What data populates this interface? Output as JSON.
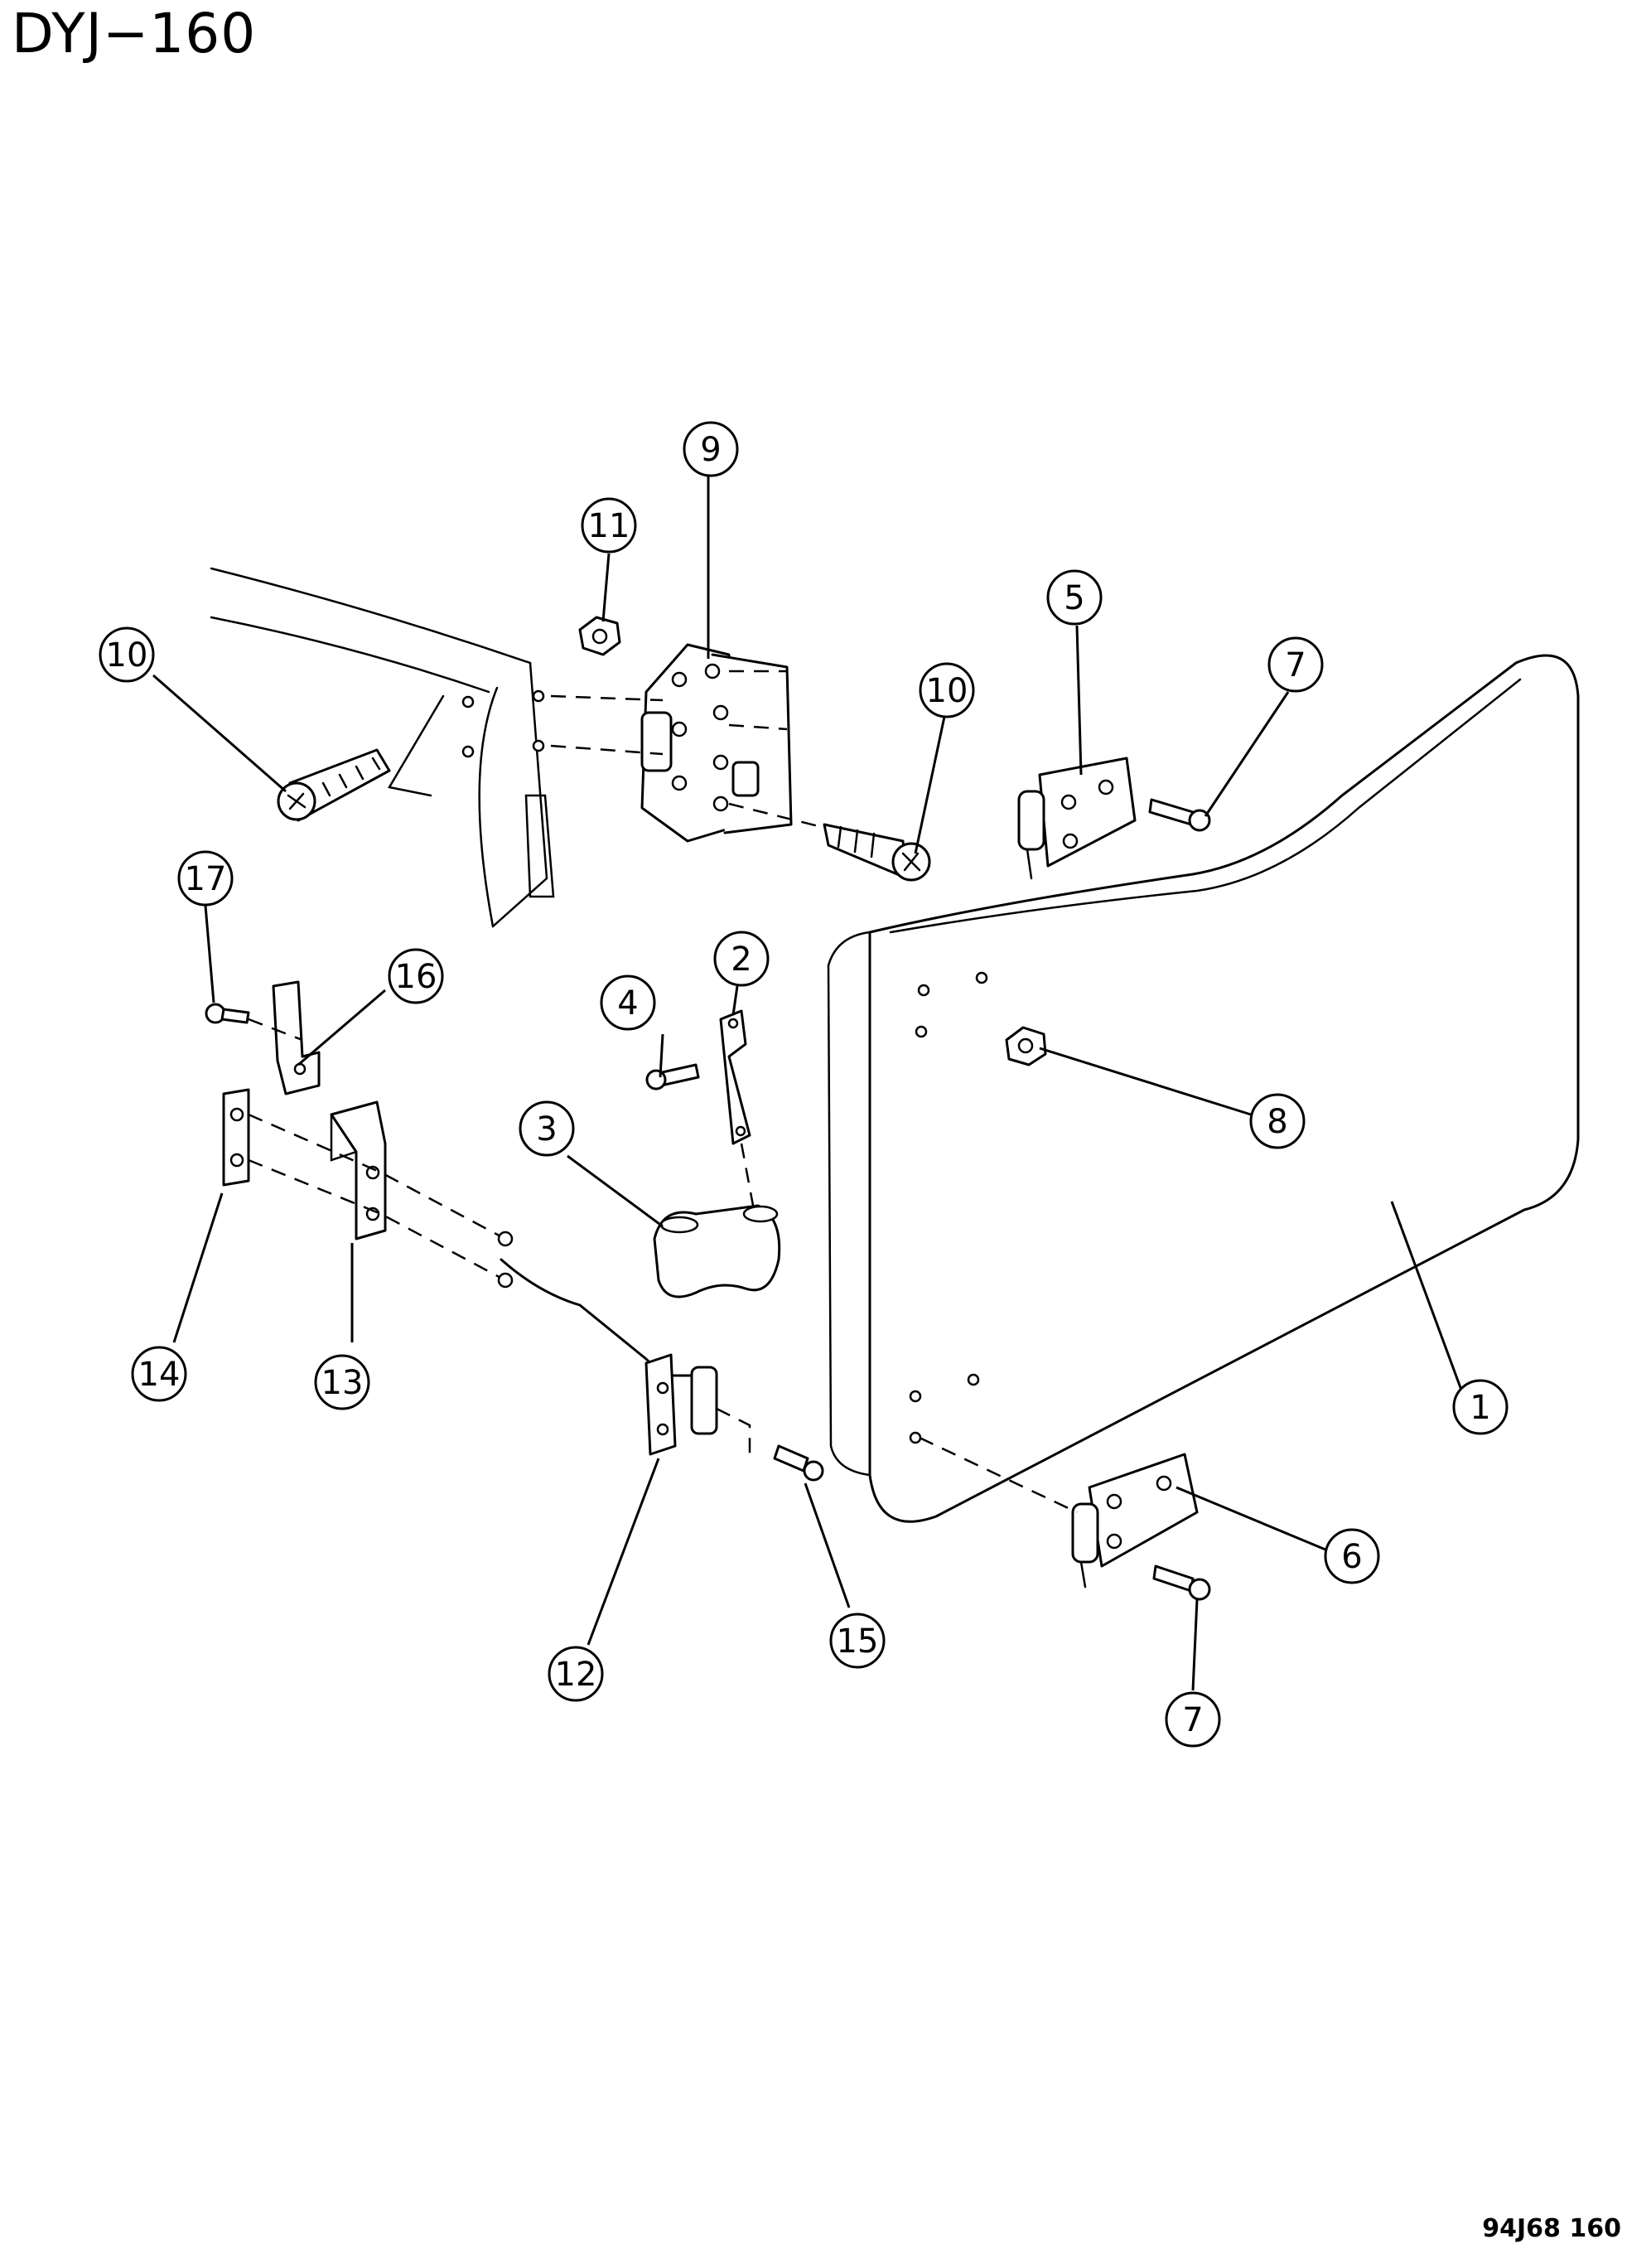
{
  "header": {
    "page_code": "DYJ−160"
  },
  "footer": {
    "figure_code": "94J68  160"
  },
  "callouts": [
    "1",
    "2",
    "3",
    "4",
    "5",
    "6",
    "7",
    "7",
    "8",
    "9",
    "10",
    "10",
    "11",
    "12",
    "13",
    "14",
    "15",
    "16",
    "17"
  ]
}
